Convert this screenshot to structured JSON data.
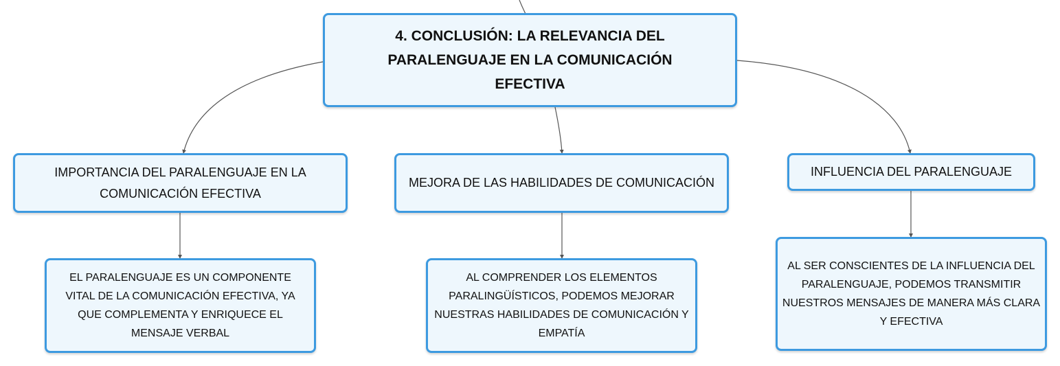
{
  "diagram": {
    "root": {
      "label": "4. CONCLUSIÓN: LA RELEVANCIA DEL PARALENGUAJE EN LA COMUNICACIÓN EFECTIVA"
    },
    "branches": [
      {
        "label": "IMPORTANCIA DEL PARALENGUAJE EN LA COMUNICACIÓN EFECTIVA",
        "detail": "EL PARALENGUAJE ES UN COMPONENTE VITAL DE LA COMUNICACIÓN EFECTIVA, YA QUE COMPLEMENTA Y ENRIQUECE EL MENSAJE VERBAL"
      },
      {
        "label": "MEJORA DE LAS HABILIDADES DE COMUNICACIÓN",
        "detail": "AL COMPRENDER LOS ELEMENTOS PARALINGÜÍSTICOS, PODEMOS MEJORAR NUESTRAS HABILIDADES DE COMUNICACIÓN Y EMPATÍA"
      },
      {
        "label": "INFLUENCIA DEL PARALENGUAJE",
        "detail": "AL SER CONSCIENTES DE LA INFLUENCIA DEL PARALENGUAJE, PODEMOS TRANSMITIR NUESTROS MENSAJES DE MANERA MÁS CLARA Y EFECTIVA"
      }
    ]
  },
  "colors": {
    "node_border": "#3d9ae0",
    "node_fill": "#eef7fd",
    "connector": "#555555",
    "text": "#111111"
  }
}
